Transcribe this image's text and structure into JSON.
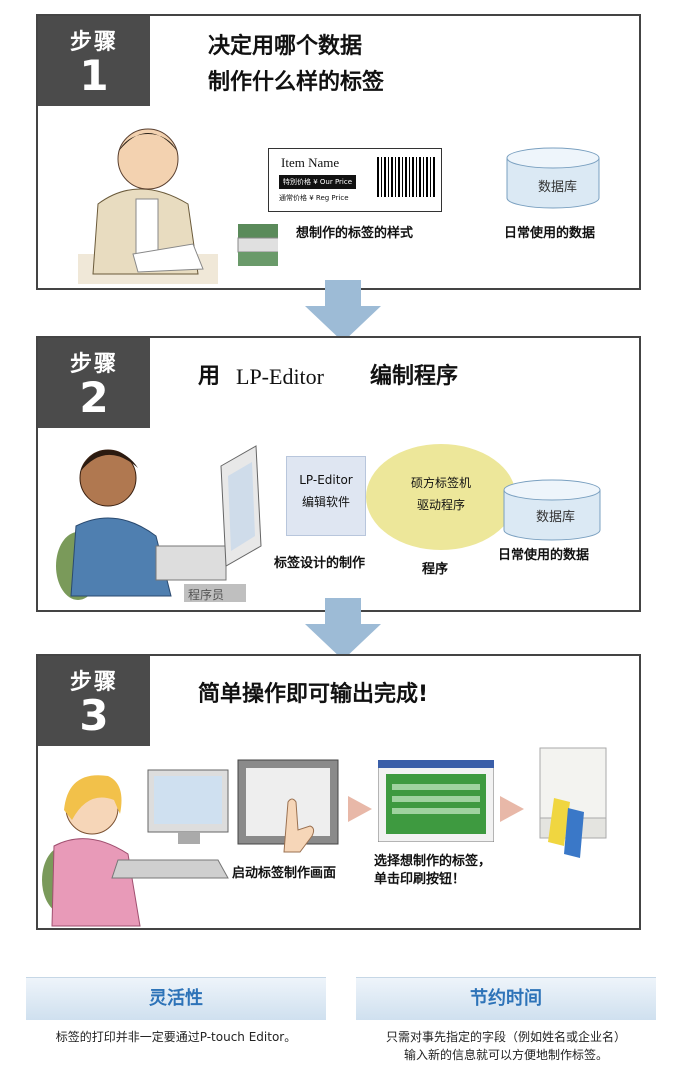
{
  "step1": {
    "label": "步骤",
    "number": "1",
    "title_line1": "决定用哪个数据",
    "title_line2": "制作什么样的标签",
    "label_item_name": "Item Name",
    "label_row1": "特別价格 ¥  Our Price",
    "label_row2": "通常价格  ¥  Reg Price",
    "caption_label_style": "想制作的标签的样式",
    "db": "数据库",
    "caption_daily_data": "日常使用的数据"
  },
  "step2": {
    "label": "步骤",
    "number": "2",
    "title_prefix": "用",
    "title_brand": "LP-Editor",
    "title_suffix": "编制程序",
    "editor_line1": "LP-Editor",
    "editor_line2": "编辑软件",
    "driver_line1": "硕方标签机",
    "driver_line2": "驱动程序",
    "db": "数据库",
    "caption_design": "标签设计的制作",
    "caption_program": "程序",
    "caption_daily_data": "日常使用的数据",
    "programmer": "程序员"
  },
  "step3": {
    "label": "步骤",
    "number": "3",
    "title": "简单操作即可输出完成!",
    "caption_start": "启动标签制作画面",
    "caption_select_line1": "选择想制作的标签，",
    "caption_select_line2": "单击印刷按钮！"
  },
  "bottom": {
    "left_title": "灵活性",
    "left_text": "标签的打印并非一定要通过P-touch Editor。",
    "right_title": "节约时间",
    "right_text_line1": "只需对事先指定的字段（例如姓名或企业名）",
    "right_text_line2": "输入新的信息就可以方便地制作标签。"
  }
}
